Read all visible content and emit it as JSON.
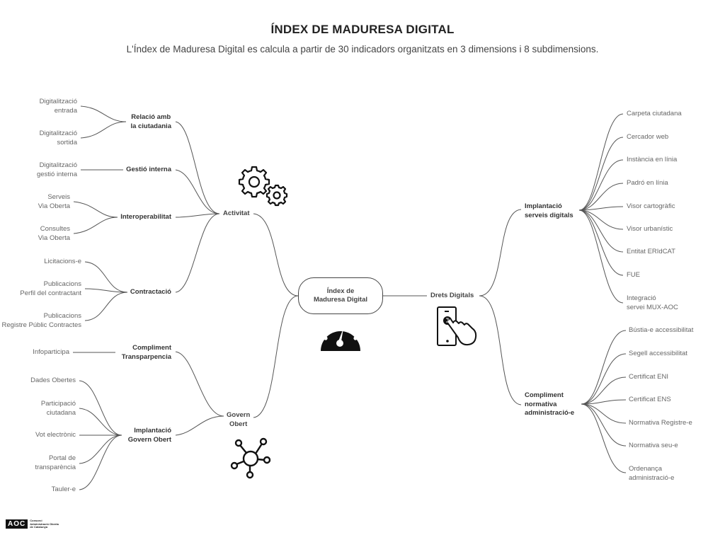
{
  "title": "ÍNDEX DE MADURESA DIGITAL",
  "subtitle": "L'Índex de Maduresa Digital es calcula a partir de 30 indicadors organitzats en 3 dimensions i 8 subdimensions.",
  "center": {
    "line1": "Índex de",
    "line2": "Maduresa Digital",
    "icon": "speedometer-icon"
  },
  "dimensions": {
    "activitat": {
      "label": "Activitat",
      "icon": "gears-icon",
      "subdimensions": {
        "relacio": {
          "line1": "Relació amb",
          "line2": "la ciutadania",
          "indicators": [
            {
              "line1": "Digitalització",
              "line2": "entrada"
            },
            {
              "line1": "Digitalització",
              "line2": "sortida"
            }
          ]
        },
        "gestio": {
          "line1": "Gestió interna",
          "indicators": [
            {
              "line1": "Digitalització",
              "line2": "gestió interna"
            }
          ]
        },
        "interop": {
          "line1": "Interoperabilitat",
          "indicators": [
            {
              "line1": "Serveis",
              "line2": "Via Oberta"
            },
            {
              "line1": "Consultes",
              "line2": "Via Oberta"
            }
          ]
        },
        "contractacio": {
          "line1": "Contractació",
          "indicators": [
            {
              "line1": "Licitacions-e"
            },
            {
              "line1": "Publicacions",
              "line2": "Perfil del contractant"
            },
            {
              "line1": "Publicacions",
              "line2": "Registre Públic Contractes"
            }
          ]
        }
      }
    },
    "govern": {
      "line1": "Govern",
      "line2": "Obert",
      "icon": "network-hub-icon",
      "subdimensions": {
        "transparencia": {
          "line1": "Compliment",
          "line2": "Transparpencia",
          "indicators": [
            {
              "line1": "Infoparticipa"
            }
          ]
        },
        "implantacio": {
          "line1": "Implantació",
          "line2": "Govern Obert",
          "indicators": [
            {
              "line1": "Dades Obertes"
            },
            {
              "line1": "Participació",
              "line2": "ciutadana"
            },
            {
              "line1": "Vot electrònic"
            },
            {
              "line1": "Portal de",
              "line2": "transparència"
            },
            {
              "line1": "Tauler-e"
            }
          ]
        }
      }
    },
    "drets": {
      "label": "Drets Digitals",
      "icon": "touch-phone-icon",
      "subdimensions": {
        "serveis": {
          "line1": "Implantació",
          "line2": "serveis digitals",
          "indicators": [
            {
              "line1": "Carpeta ciutadana"
            },
            {
              "line1": "Cercador web"
            },
            {
              "line1": "Instància en línia"
            },
            {
              "line1": "Padró en línia"
            },
            {
              "line1": "Visor cartogràfic"
            },
            {
              "line1": "Visor urbanístic"
            },
            {
              "line1": "Entitat ERIdCAT"
            },
            {
              "line1": "FUE"
            },
            {
              "line1": "Integració",
              "line2": "servei MUX-AOC"
            }
          ]
        },
        "normativa": {
          "line1": "Compliment",
          "line2": "normativa",
          "line3": "administració-e",
          "indicators": [
            {
              "line1": "Bústia-e accessibilitat"
            },
            {
              "line1": "Segell accessibilitat"
            },
            {
              "line1": "Certificat ENI"
            },
            {
              "line1": "Certificat ENS"
            },
            {
              "line1": "Normativa Registre-e"
            },
            {
              "line1": "Normativa seu-e"
            },
            {
              "line1": "Ordenança",
              "line2": "administració-e"
            }
          ]
        }
      }
    }
  },
  "footer_logo": {
    "mark": "AOC",
    "line1": "Consorci",
    "line2": "Administració Oberta",
    "line3": "de Catalunya"
  }
}
